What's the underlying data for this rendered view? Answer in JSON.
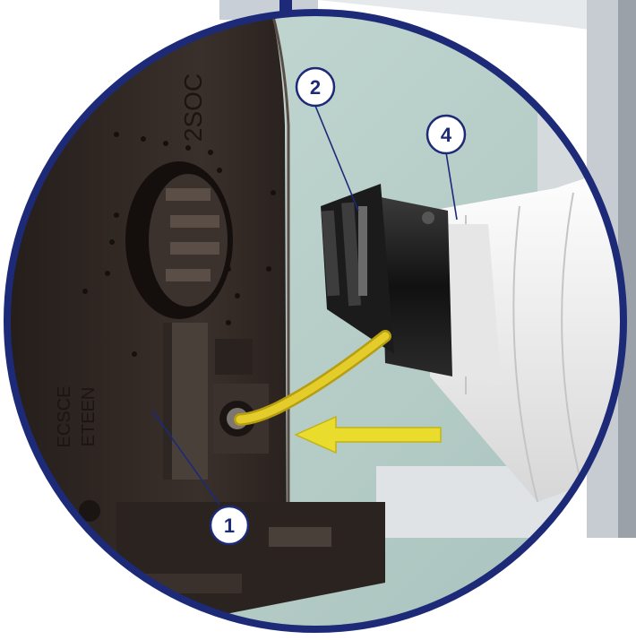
{
  "callouts": [
    {
      "id": "1",
      "label": "1"
    },
    {
      "id": "2",
      "label": "2"
    },
    {
      "id": "4",
      "label": "4"
    }
  ],
  "embossed_text": {
    "top": "2SOC",
    "side_line1": "ETEEN",
    "side_line2": "ECSCE"
  },
  "colors": {
    "ring": "#1c2a78",
    "callout_fill": "#ffffff",
    "callout_stroke": "#1c2a78",
    "callout_text": "#1c2a78",
    "arrow": "#e9dc2c",
    "cable": "#dcc322",
    "panel": "#2e2622",
    "background_wall": "#bcd2cd",
    "probe_body": "#f3f3f3"
  },
  "icons": {
    "insertion_arrow": "arrow-left-icon"
  }
}
